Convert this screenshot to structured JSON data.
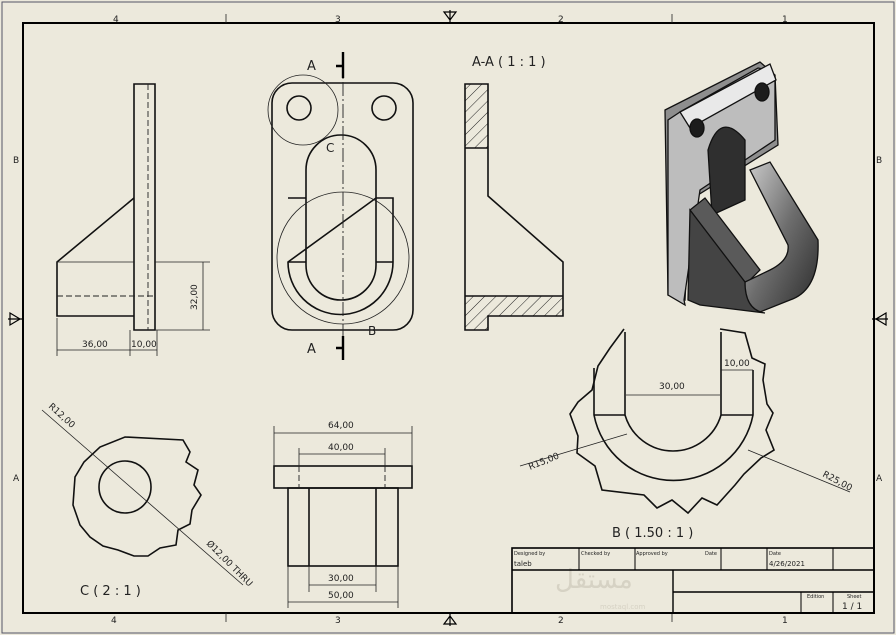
{
  "sheet": {
    "zones_top": [
      "4",
      "3",
      "2",
      "1"
    ],
    "zones_bottom": [
      "4",
      "3",
      "2",
      "1"
    ],
    "zones_left": [
      "B",
      "A"
    ],
    "zones_right": [
      "B",
      "A"
    ]
  },
  "side_view": {
    "dims": {
      "height": "32,00",
      "length": "36,00",
      "thickness": "10,00"
    }
  },
  "front_view": {
    "section_marker_top": "A",
    "section_marker_bottom": "A",
    "detail_c": "C",
    "detail_b": "B"
  },
  "section_view": {
    "title": "A-A ( 1 : 1 )"
  },
  "detail_c": {
    "title": "C ( 2 : 1 )",
    "radius": "R12,00",
    "hole": "Ø12,00 THRU"
  },
  "bottom_view": {
    "dims": {
      "outer_top": "64,00",
      "inner_top": "40,00",
      "inner_bottom": "30,00",
      "outer_bottom": "50,00"
    }
  },
  "detail_b": {
    "title": "B ( 1.50 : 1 )",
    "width": "30,00",
    "wall": "10,00",
    "r_inner": "R15,00",
    "r_outer": "R25,00"
  },
  "title_block": {
    "designed_by_label": "Designed by",
    "designed_by": "taleb",
    "checked_by_label": "Checked by",
    "approved_by_label": "Approved by",
    "date_label_1": "Date",
    "date_label_2": "Date",
    "date": "4/26/2021",
    "edition_label": "Edition",
    "sheet_label": "Sheet",
    "sheet": "1 / 1"
  },
  "watermark": {
    "text": "مستقل",
    "sub": "mostaql.com"
  }
}
